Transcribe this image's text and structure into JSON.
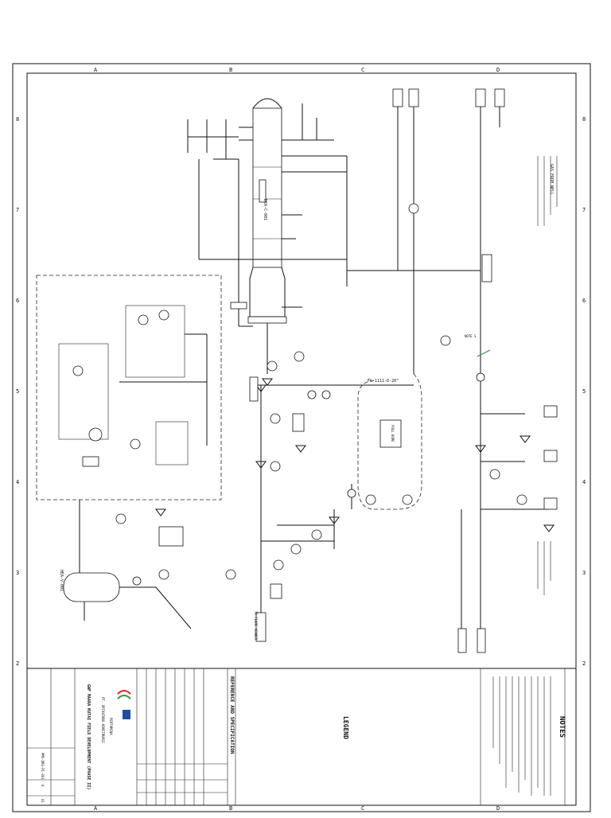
{
  "border": {
    "col_letters": [
      "A",
      "B",
      "C",
      "D"
    ],
    "row_numbers": [
      "8",
      "7",
      "6",
      "5",
      "4",
      "3",
      "2"
    ]
  },
  "title_block": {
    "notes_heading": "NOTES",
    "legend_heading": "LEGEND",
    "reference_heading": "REFERENCE AND SPECIFICATION",
    "drawing_title": "GWF MAARA KUTAI FIELD DEVELOPMENT (PHASE II)",
    "company": "PT. OPTAVINDO KONSTRUKSI",
    "client": "PERTAMINA",
    "doc_number": "PMS-DRG-PI-001",
    "sheet": "8",
    "rev": "01"
  },
  "labels": {
    "column_tag": "DEA-C-001",
    "vessel_tag": "HEA-V-001",
    "line_main": "FG-1111-D-20\"",
    "full_bore": "FULL BORE",
    "note_s": "NOTE S",
    "to_flare": "TO FLARE HEADER",
    "gas_from_well": "GAS FROM WELL"
  },
  "colors": {
    "ink": "#111111",
    "accent_green": "#2e9a3c",
    "paper": "#ffffff"
  }
}
